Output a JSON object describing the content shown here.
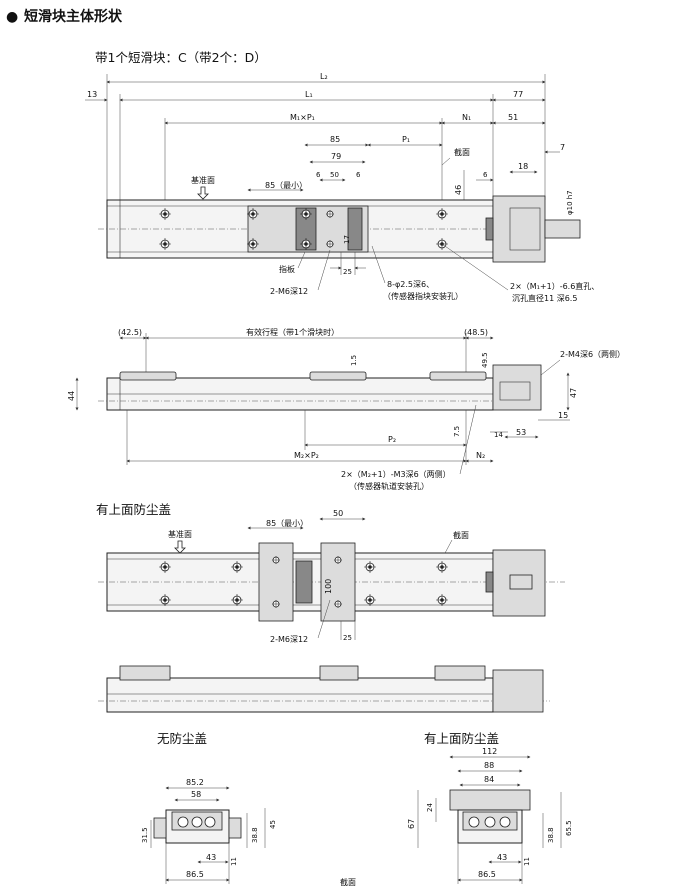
{
  "header": {
    "bullet": "●",
    "title": "短滑块主体形状"
  },
  "top_view": {
    "subtitle": "带1个短滑块：C（带2个：D）",
    "dims": {
      "L2": "L₂",
      "L1": "L₁",
      "d13": "13",
      "d77": "77",
      "M1P1": "M₁×P₁",
      "N1": "N₁",
      "d51": "51",
      "d85": "85",
      "P1": "P₁",
      "d79": "79",
      "d7": "7",
      "d18": "18",
      "d6a": "6",
      "d50": "50",
      "d6b": "6",
      "d6c": "6",
      "d46a": "46",
      "d46b": "46",
      "d85min": "85（最小）",
      "d17": "17",
      "d25": "25",
      "shaft": "φ10 h7"
    },
    "labels": {
      "section": "截面",
      "datum": "基准面",
      "finger": "指板",
      "m6": "2-M6深12",
      "pin_holes": "8-φ2.5深6、",
      "pin_holes_note": "（传感器指块安装孔）",
      "holes": "2×（M₁+1）-6.6直孔、",
      "holes2": "沉孔直径11 深6.5"
    }
  },
  "side_view": {
    "dims": {
      "left": "(42.5)",
      "stroke": "有效行程（带1个滑块时）",
      "right": "(48.5)",
      "d44": "44",
      "d15a": "1.5",
      "d49_5": "49.5",
      "d47": "47",
      "m4": "2-M4深6（两侧）",
      "d7_5": "7.5",
      "d14": "14",
      "d53": "53",
      "d15b": "15",
      "P2": "P₂",
      "M2P2": "M₂×P₂",
      "N2": "N₂",
      "m3": "2×（M₂+1）-M3深6（两侧）",
      "m3_note": "（传感器轨道安装孔）"
    }
  },
  "cover_top": {
    "subtitle": "有上面防尘盖",
    "dims": {
      "d85min": "85（最小）",
      "d50": "50",
      "d100": "100",
      "d25": "25"
    },
    "labels": {
      "section": "截面",
      "datum": "基准面",
      "m6": "2-M6深12"
    }
  },
  "sections": {
    "left": {
      "title": "无防尘盖",
      "dims": {
        "w85_2": "85.2",
        "w58": "58",
        "h31_5": "31.5",
        "h38_8": "38.8",
        "h45": "45",
        "w43": "43",
        "w86_5": "86.5",
        "d11": "11"
      }
    },
    "right": {
      "title": "有上面防尘盖",
      "dims": {
        "w112": "112",
        "w88": "88",
        "w84": "84",
        "h24": "24",
        "h67": "67",
        "h38_8": "38.8",
        "h65_5": "65.5",
        "w43": "43",
        "w86_5": "86.5",
        "d11": "11"
      }
    },
    "bottom_label": "截面"
  }
}
